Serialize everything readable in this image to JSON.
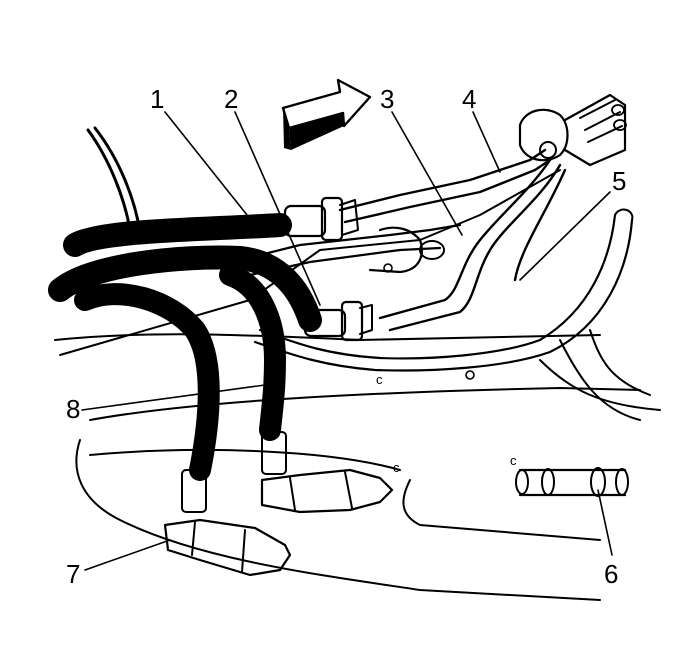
{
  "callouts": [
    {
      "id": "1",
      "text": "1"
    },
    {
      "id": "2",
      "text": "2"
    },
    {
      "id": "3",
      "text": "3"
    },
    {
      "id": "4",
      "text": "4"
    },
    {
      "id": "5",
      "text": "5"
    },
    {
      "id": "6",
      "text": "6"
    },
    {
      "id": "7",
      "text": "7"
    },
    {
      "id": "8",
      "text": "8"
    }
  ],
  "markings": {
    "c": "c"
  },
  "colors": {
    "line": "#000000",
    "background": "#ffffff"
  }
}
